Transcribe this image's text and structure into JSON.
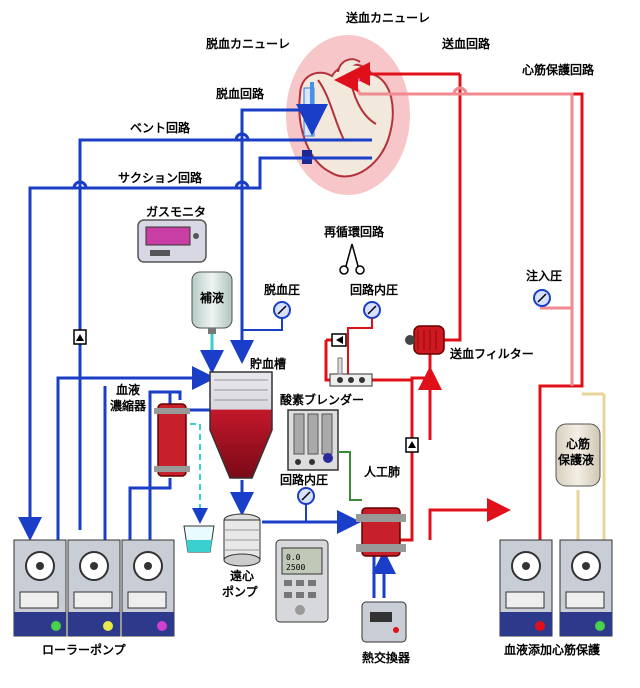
{
  "labels": {
    "arterial_cannula": "送血カニューレ",
    "venous_cannula": "脱血カニューレ",
    "arterial_line": "送血回路",
    "cardioplegia_line": "心筋保護回路",
    "venous_line": "脱血回路",
    "vent_line": "ベント回路",
    "suction_line": "サクション回路",
    "gas_monitor": "ガスモニタ",
    "recirculation_line": "再循環回路",
    "priming_fluid": "補液",
    "venous_pressure": "脱血圧",
    "circuit_pressure_top": "回路内圧",
    "infusion_pressure": "注入圧",
    "reservoir": "貯血槽",
    "arterial_filter": "送血フィルター",
    "hemoconcentrator": "血液\n濃縮器",
    "oxygen_blender": "酸素ブレンダー",
    "cardioplegia_solution": "心筋\n保護液",
    "oxygenator": "人工肺",
    "circuit_pressure_bottom": "回路内圧",
    "centrifugal_pump": "遠心\nポンプ",
    "roller_pumps": "ローラーポンプ",
    "heat_exchanger": "熱交換器",
    "blood_additive_cardioplegia": "血液添加心筋保護"
  },
  "colors": {
    "venous": "#1a3ec8",
    "arterial": "#e0101a",
    "cardioplegia": "#f08a90",
    "heart_bg": "#f6c6c8",
    "device_gray": "#c8cdd6",
    "fluid_cyan": "#3ad0d0",
    "plegia_tan": "#e8d49a"
  },
  "display_values": {
    "pump_screen_line1": "0.0",
    "pump_screen_line2": "2500"
  }
}
